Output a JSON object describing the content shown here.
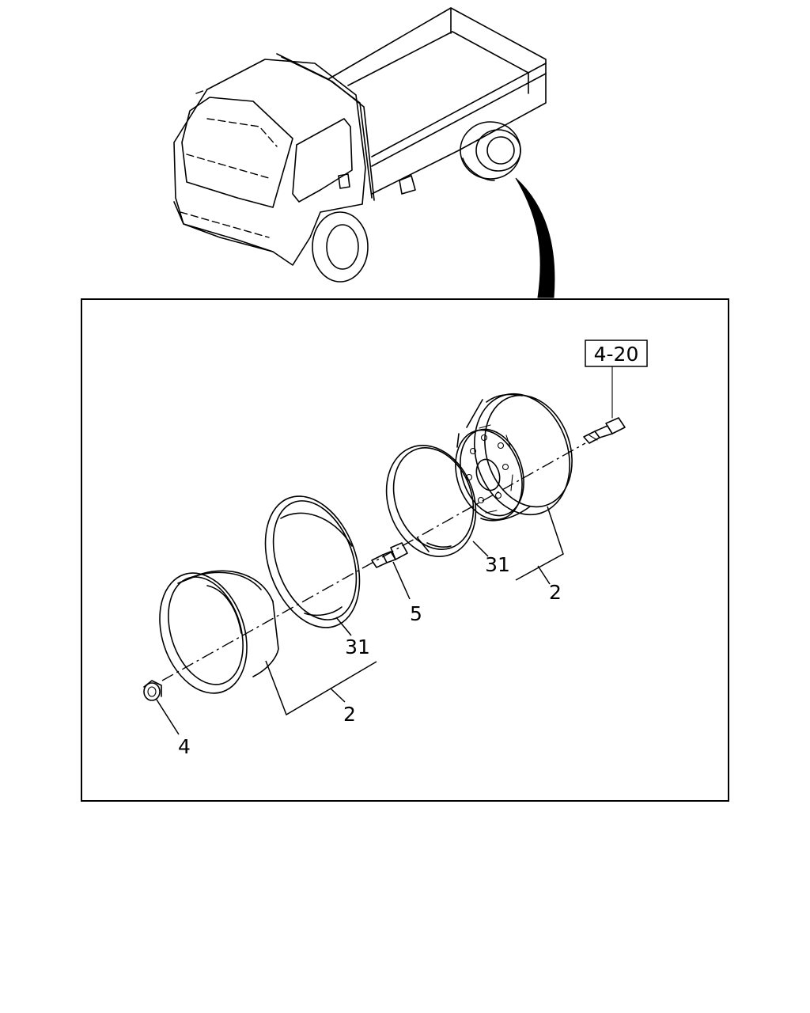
{
  "callouts": {
    "ref": "4-20",
    "wheel_label": "2",
    "ring_label": "31",
    "stud_label": "5",
    "rim_label": "2",
    "ring2_label": "31",
    "nut_label": "4"
  }
}
